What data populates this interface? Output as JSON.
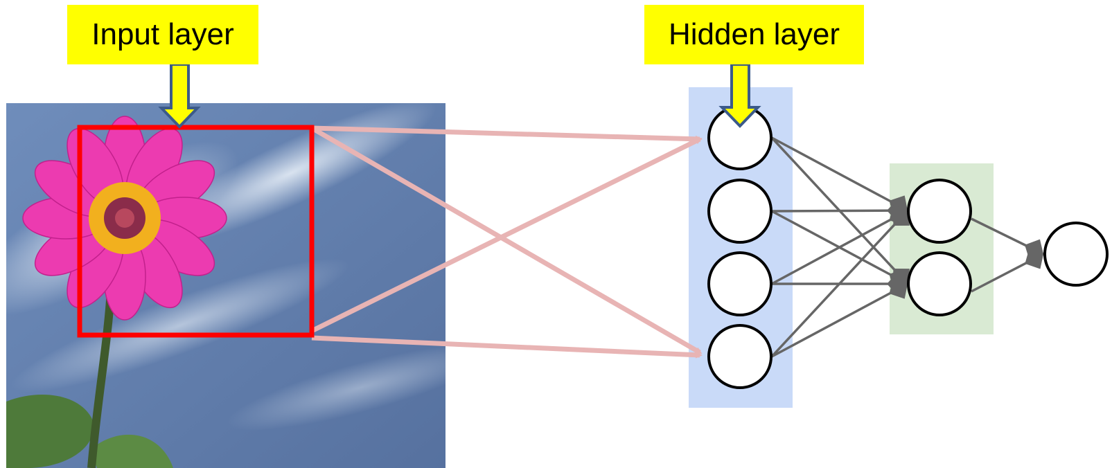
{
  "labels": {
    "input_layer": "Input layer",
    "hidden_layer": "Hidden layer"
  },
  "colors": {
    "label_bg": "#ffff00",
    "arrow_fill": "#ffff00",
    "arrow_stroke": "#3b5a8a",
    "receptive_field": "#ff0000",
    "projection_lines": "#e8b4b4",
    "hidden_layer_bg": "#c9daf8",
    "second_layer_bg": "#d9ead3",
    "connections": "#666666",
    "node_fill": "#ffffff",
    "node_stroke": "#000000",
    "sky": "#5d7aa8"
  },
  "image": {
    "subject": "pink zinnia flower against blue sky"
  },
  "network": {
    "hidden_nodes": 4,
    "second_layer_nodes": 2,
    "output_nodes": 1
  }
}
